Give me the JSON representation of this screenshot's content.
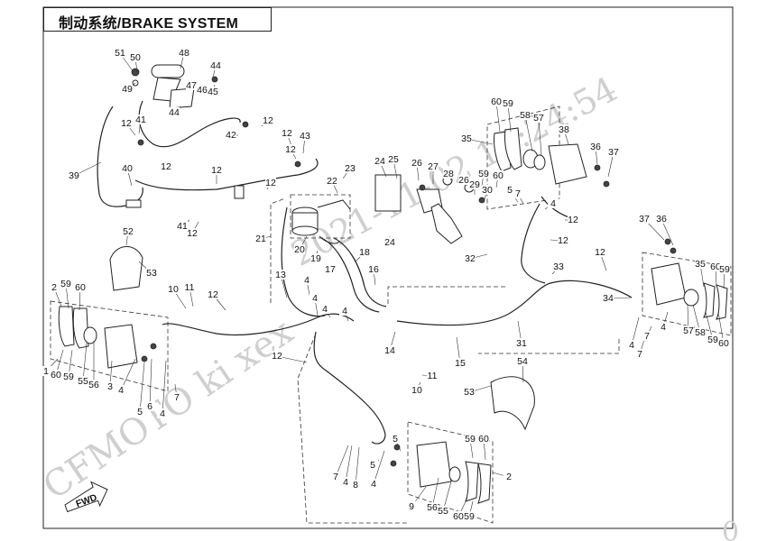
{
  "title": "制动系统/BRAKE SYSTEM",
  "watermark": {
    "brand": "CFMOTO ki xex",
    "stamp": "2021-11-02 15:24:54",
    "corner_digit": "0"
  },
  "fwd_label": "FWD",
  "labels": [
    "51",
    "50",
    "48",
    "44",
    "49",
    "47",
    "46",
    "45",
    "44",
    "41",
    "12",
    "12",
    "42",
    "12",
    "12",
    "43",
    "39",
    "12",
    "40",
    "12",
    "12",
    "41",
    "12",
    "52",
    "53",
    "23",
    "22",
    "24",
    "25",
    "26",
    "27",
    "21",
    "20",
    "19",
    "24",
    "28",
    "26",
    "29",
    "59",
    "60",
    "30",
    "18",
    "17",
    "16",
    "32",
    "33",
    "60",
    "59",
    "35",
    "58",
    "57",
    "38",
    "36",
    "37",
    "5",
    "7",
    "4",
    "12",
    "12",
    "12",
    "37",
    "36",
    "35",
    "60",
    "59",
    "2",
    "59",
    "60",
    "10",
    "11",
    "12",
    "13",
    "4",
    "4",
    "4",
    "4",
    "14",
    "15",
    "31",
    "34",
    "57",
    "58",
    "59",
    "60",
    "4",
    "7",
    "4",
    "7",
    "1",
    "60",
    "59",
    "55",
    "56",
    "3",
    "4",
    "6",
    "5",
    "4",
    "7",
    "12",
    "11",
    "10",
    "54",
    "53",
    "5",
    "7",
    "4",
    "8",
    "4",
    "5",
    "9",
    "56",
    "55",
    "60",
    "59",
    "59",
    "60",
    "2"
  ],
  "colors": {
    "line": "#222222",
    "watermark": "#cfcfcf",
    "background": "#ffffff"
  }
}
